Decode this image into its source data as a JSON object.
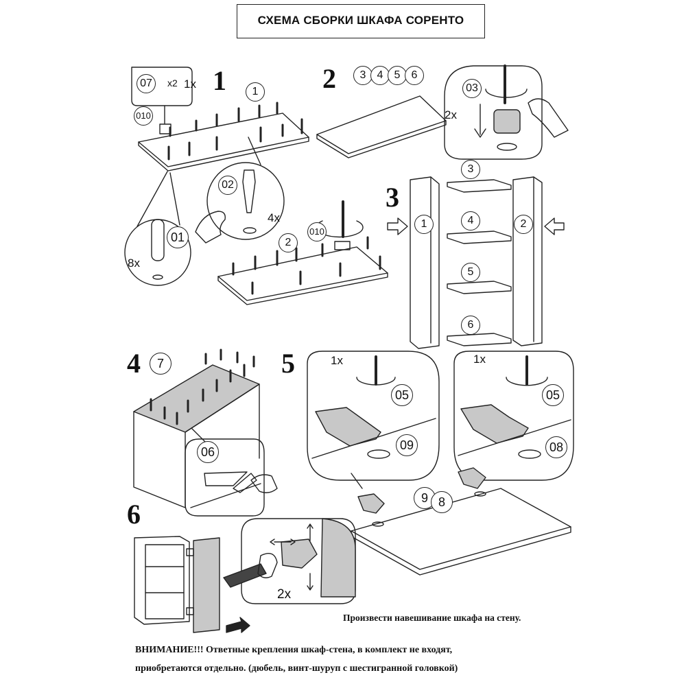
{
  "title": "СХЕМА СБОРКИ ШКАФА СОРЕНТО",
  "steps": [
    "1",
    "2",
    "3",
    "4",
    "5",
    "6"
  ],
  "multipliers": {
    "x2_small": "x2",
    "x1_step1": "1x",
    "x8": "8x",
    "x4": "4x",
    "x2_step2": "2x",
    "x1_step5a": "1x",
    "x1_step5b": "1x",
    "x2_step6": "2x"
  },
  "part_labels": {
    "p07": "07",
    "p010a": "010",
    "p1a": "1",
    "p02": "02",
    "p01": "01",
    "p010b": "010",
    "p2a": "2",
    "p3a": "3",
    "p4a": "4",
    "p5a": "5",
    "p6a": "6",
    "p03": "03",
    "p3b": "3",
    "p4b": "4",
    "p5b": "5",
    "p6b": "6",
    "p1b": "1",
    "p2b": "2",
    "p7": "7",
    "p06": "06",
    "p05a": "05",
    "p09": "09",
    "p05b": "05",
    "p08": "08",
    "p9": "9",
    "p8": "8"
  },
  "notes": {
    "hang": "Произвести навешивание шкафа на стену.",
    "warning_line1": "ВНИМАНИЕ!!! Ответные крепления шкаф-стена, в комплект не входят,",
    "warning_line2": "приобретаются отдельно. (дюбель, винт-шуруп с шестигранной головкой)"
  },
  "colors": {
    "line": "#222222",
    "panel_gray": "#c8c8c8",
    "background": "#ffffff"
  }
}
